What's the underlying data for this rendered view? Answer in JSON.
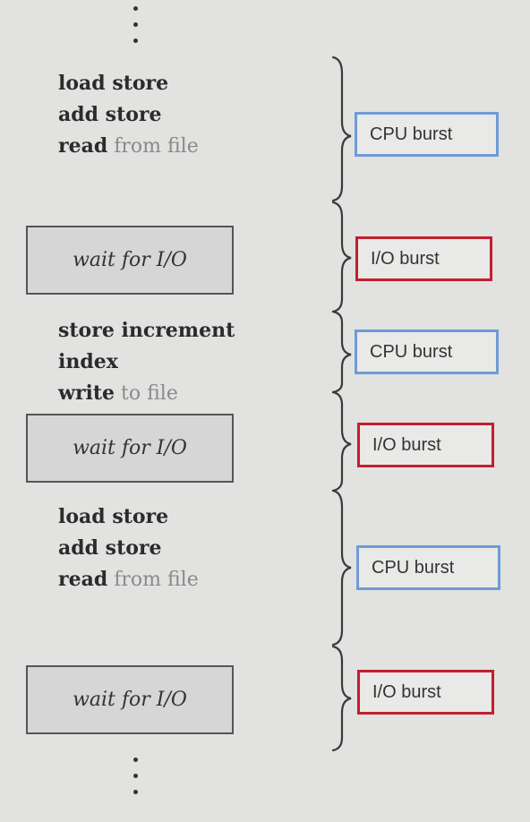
{
  "blocks": [
    {
      "kind": "code",
      "lines": [
        {
          "bold": "load store",
          "light": ""
        },
        {
          "bold": "add store",
          "light": ""
        },
        {
          "bold": "read",
          "light": " from file"
        }
      ],
      "burst": "CPU burst"
    },
    {
      "kind": "wait",
      "text": "wait for I/O",
      "burst": "I/O burst"
    },
    {
      "kind": "code",
      "lines": [
        {
          "bold": "store increment",
          "light": ""
        },
        {
          "bold": "index",
          "light": ""
        },
        {
          "bold": "write",
          "light": " to file"
        }
      ],
      "burst": "CPU burst"
    },
    {
      "kind": "wait",
      "text": "wait for I/O",
      "burst": "I/O burst"
    },
    {
      "kind": "code",
      "lines": [
        {
          "bold": "load store",
          "light": ""
        },
        {
          "bold": "add store",
          "light": ""
        },
        {
          "bold": "read",
          "light": " from file"
        }
      ],
      "burst": "CPU burst"
    },
    {
      "kind": "wait",
      "text": "wait for I/O",
      "burst": "I/O burst"
    }
  ],
  "colors": {
    "cpu_border": "#6f9bd6",
    "io_border": "#c21f2e"
  }
}
